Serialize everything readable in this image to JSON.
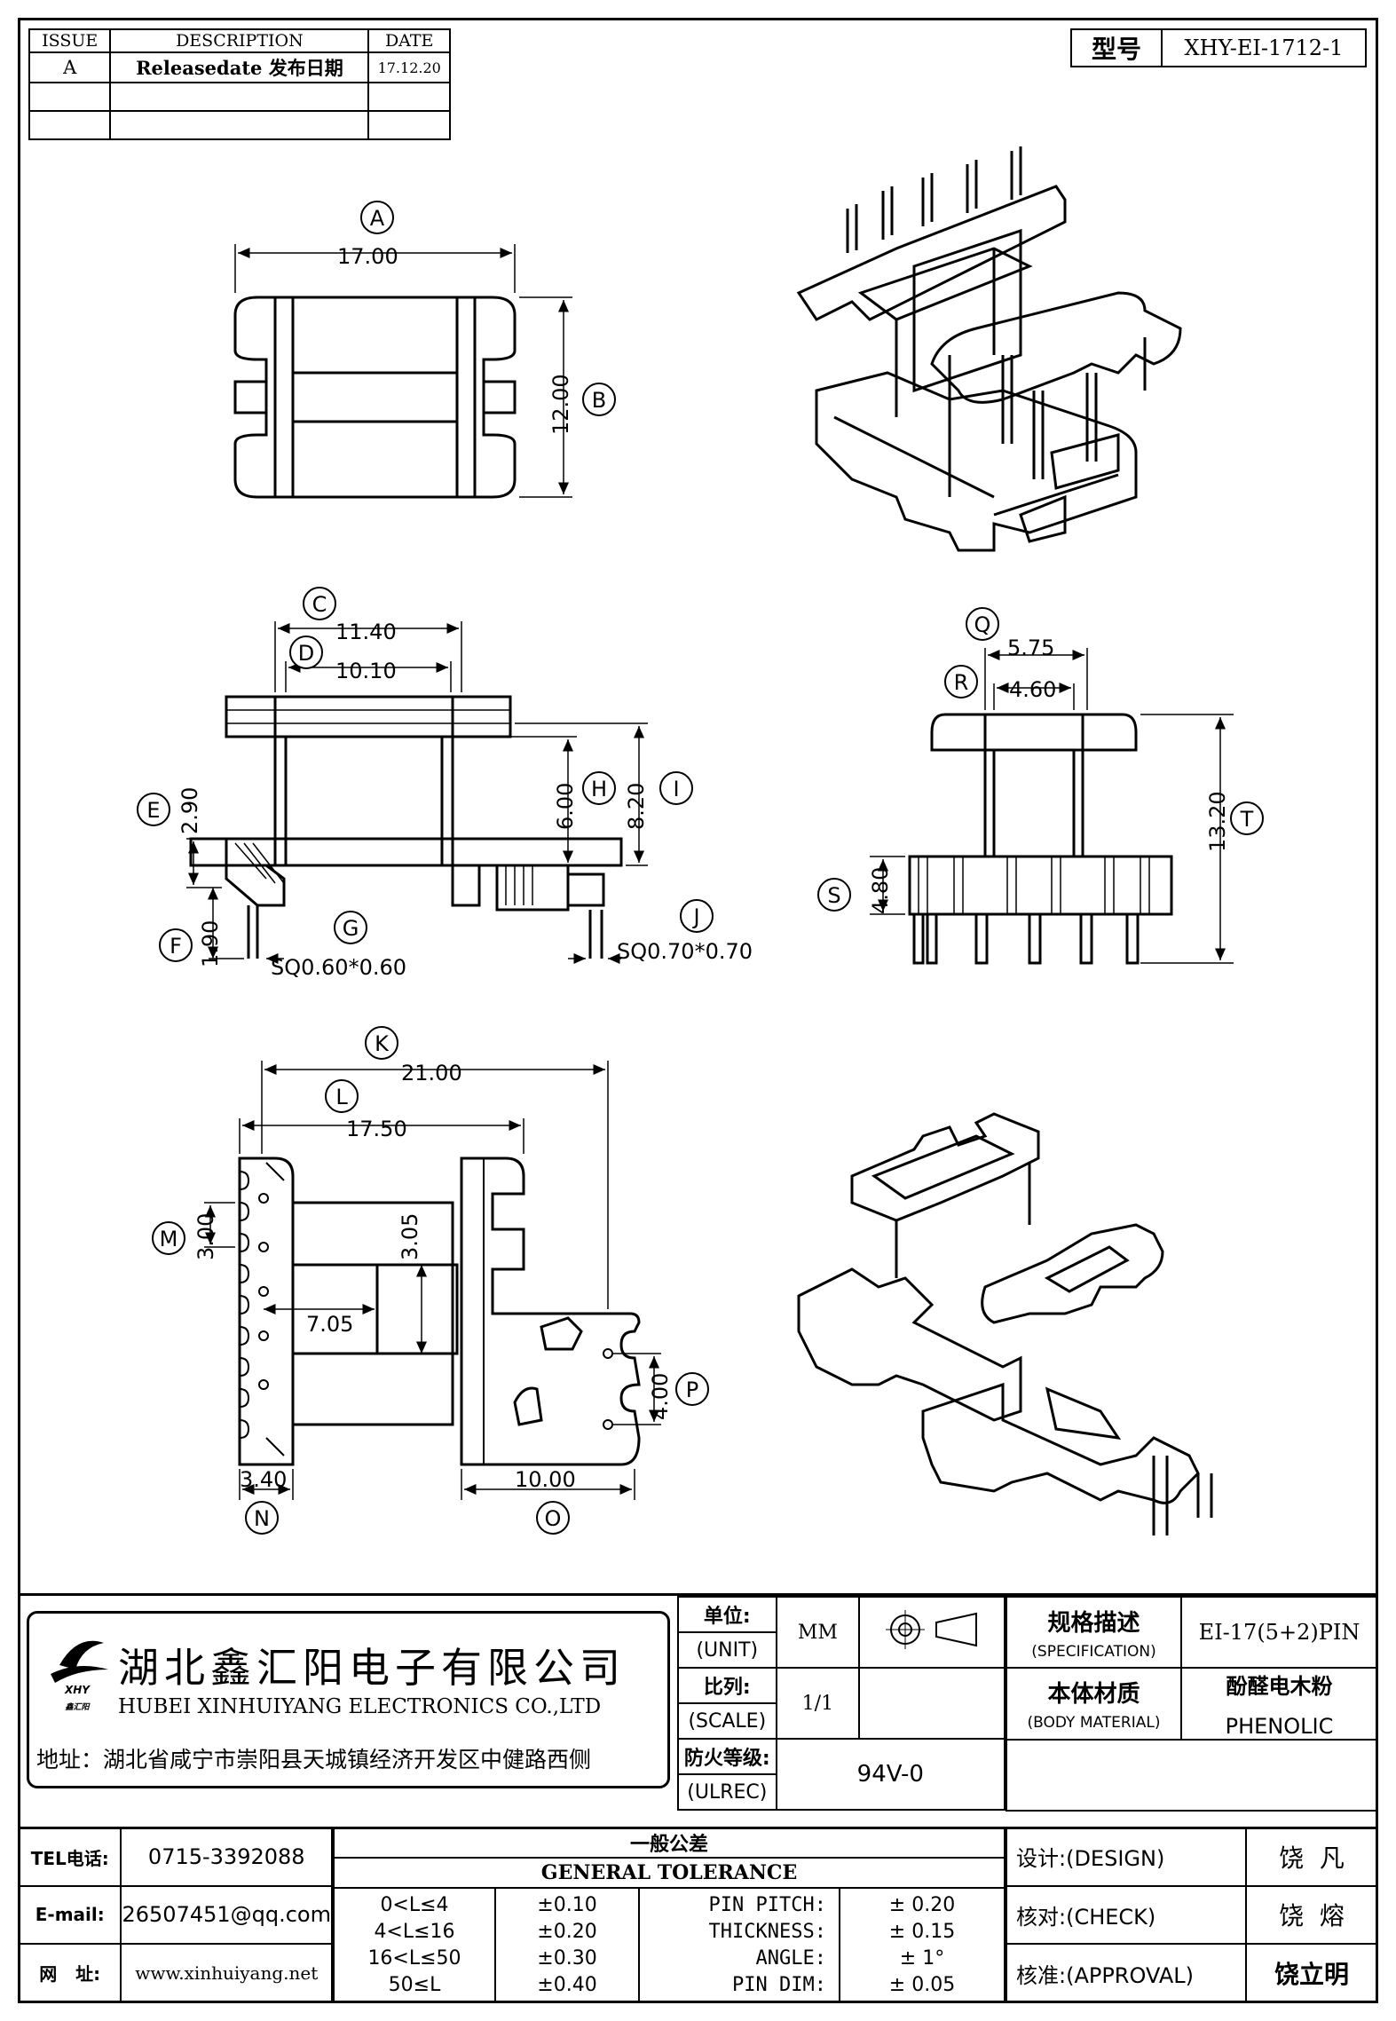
{
  "revision_table": {
    "headers": [
      "ISSUE",
      "DESCRIPTION",
      "DATE"
    ],
    "rows": [
      {
        "issue": "A",
        "description": "Releasedate 发布日期",
        "date": "17.12.20"
      },
      {
        "issue": "",
        "description": "",
        "date": ""
      },
      {
        "issue": "",
        "description": "",
        "date": ""
      }
    ]
  },
  "model": {
    "label": "型号",
    "value": "XHY-EI-1712-1"
  },
  "dimensions": {
    "A": {
      "callout": "A",
      "value": "17.00"
    },
    "B": {
      "callout": "B",
      "value": "12.00"
    },
    "C": {
      "callout": "C",
      "value": "11.40"
    },
    "D": {
      "callout": "D",
      "value": "10.10"
    },
    "E": {
      "callout": "E",
      "value": "2.90"
    },
    "F": {
      "callout": "F",
      "value": "1.90"
    },
    "G": {
      "callout": "G",
      "value": "SQ0.60*0.60"
    },
    "H": {
      "callout": "H",
      "value": "6.00"
    },
    "I": {
      "callout": "I",
      "value": "8.20"
    },
    "J": {
      "callout": "J",
      "value": "SQ0.70*0.70"
    },
    "K": {
      "callout": "K",
      "value": "21.00"
    },
    "L": {
      "callout": "L",
      "value": "17.50"
    },
    "M": {
      "callout": "M",
      "value": "3.00"
    },
    "N": {
      "callout": "N",
      "value": "3.40"
    },
    "O": {
      "callout": "O",
      "value": "10.00"
    },
    "P": {
      "callout": "P",
      "value": "4.00"
    },
    "Q": {
      "callout": "Q",
      "value": "5.75"
    },
    "R": {
      "callout": "R",
      "value": "4.60"
    },
    "S": {
      "callout": "S",
      "value": "4.80"
    },
    "T": {
      "callout": "T",
      "value": "13.20"
    },
    "extra1": "3.05",
    "extra2": "7.05"
  },
  "company": {
    "name_cn": "湖北鑫汇阳电子有限公司",
    "name_en": "HUBEI XINHUIYANG ELECTRONICS CO.,LTD",
    "address": "地址：湖北省咸宁市崇阳县天城镇经济开发区中健路西侧",
    "logo_text_top": "XHY",
    "logo_text_bottom": "鑫汇阳"
  },
  "title_block": {
    "unit_label_cn": "单位:",
    "unit_label_en": "(UNIT)",
    "unit_value": "MM",
    "scale_label_cn": "比列:",
    "scale_label_en": "(SCALE)",
    "scale_value": "1/1",
    "fire_label_cn": "防火等级:",
    "fire_label_en": "(ULREC)",
    "fire_value": "94V-0",
    "spec_label_cn": "规格描述",
    "spec_label_en": "(SPECIFICATION)",
    "spec_value": "EI-17(5+2)PIN",
    "material_label_cn": "本体材质",
    "material_label_en": "(BODY MATERIAL)",
    "material_value_cn": "酚醛电木粉",
    "material_value_en": "PHENOLIC"
  },
  "contact": {
    "tel_label": "TEL电话:",
    "tel": "0715-3392088",
    "email_label": "E-mail:",
    "email": "26507451@qq.com",
    "web_label": "网   址:",
    "web": "www.xinhuiyang.net"
  },
  "tolerance": {
    "title_cn": "一般公差",
    "title_en": "GENERAL TOLERANCE",
    "ranges": [
      {
        "range": "0<L≤4",
        "tol": "±0.10"
      },
      {
        "range": "4<L≤16",
        "tol": "±0.20"
      },
      {
        "range": "16<L≤50",
        "tol": "±0.30"
      },
      {
        "range": "50≤L",
        "tol": "±0.40"
      }
    ],
    "specials": [
      {
        "label": "PIN PITCH:",
        "tol": "± 0.20"
      },
      {
        "label": "THICKNESS:",
        "tol": "± 0.15"
      },
      {
        "label": "ANGLE:",
        "tol": "± 1°"
      },
      {
        "label": "PIN DIM:",
        "tol": "± 0.05"
      }
    ]
  },
  "approvals": {
    "design_label": "设计:(DESIGN)",
    "design_name": "饶  凡",
    "check_label": "核对:(CHECK)",
    "check_name": "饶  熔",
    "approval_label": "核准:(APPROVAL)",
    "approval_name": "饶立明"
  }
}
